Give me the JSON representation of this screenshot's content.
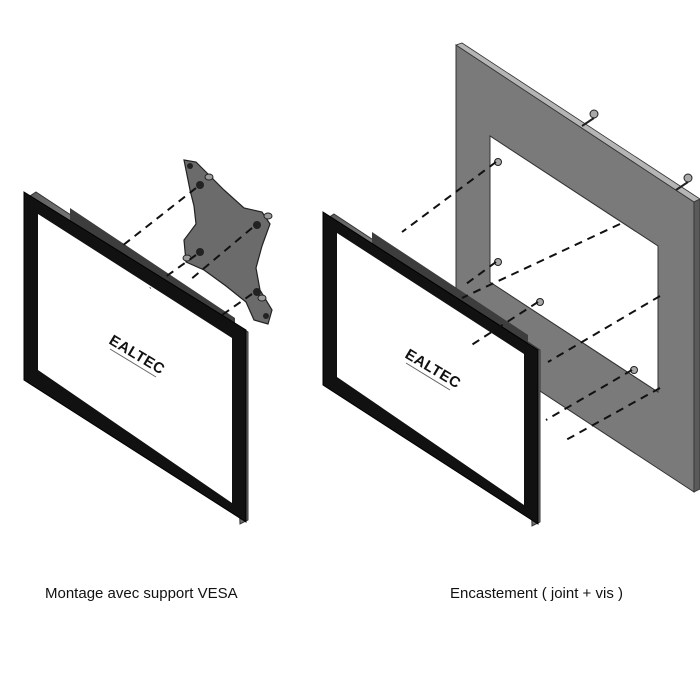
{
  "brand": {
    "logo": "EALTEC"
  },
  "panels": [
    {
      "caption": "Montage avec support VESA"
    },
    {
      "caption": "Encastement ( joint + vis )"
    }
  ],
  "colors": {
    "bezel": "#111111",
    "screen": "#ffffff",
    "chassis": "#8a8a8a",
    "vesa_plate": "#6b6b6b",
    "mounting_frame": "#7a7a7a",
    "frame_edge": "#b5b5b5",
    "dashes": "#111111"
  }
}
